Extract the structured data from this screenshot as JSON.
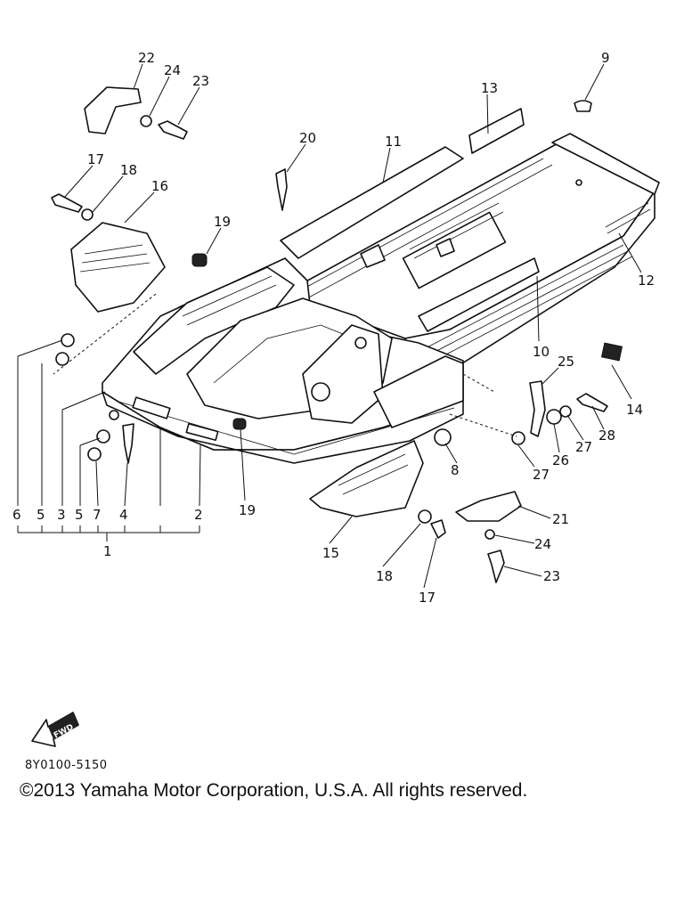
{
  "callouts": [
    "22",
    "24",
    "23",
    "9",
    "13",
    "20",
    "11",
    "17",
    "18",
    "16",
    "19",
    "12",
    "10",
    "25",
    "14",
    "28",
    "27",
    "26",
    "27",
    "8",
    "21",
    "24",
    "23",
    "6",
    "5",
    "3",
    "5",
    "7",
    "4",
    "2",
    "1",
    "19",
    "15",
    "18",
    "17"
  ],
  "fwd_label": "FWD",
  "drawing_code": "8Y0100-5150",
  "copyright": "©2013 Yamaha Motor Corporation, U.S.A. All rights reserved."
}
